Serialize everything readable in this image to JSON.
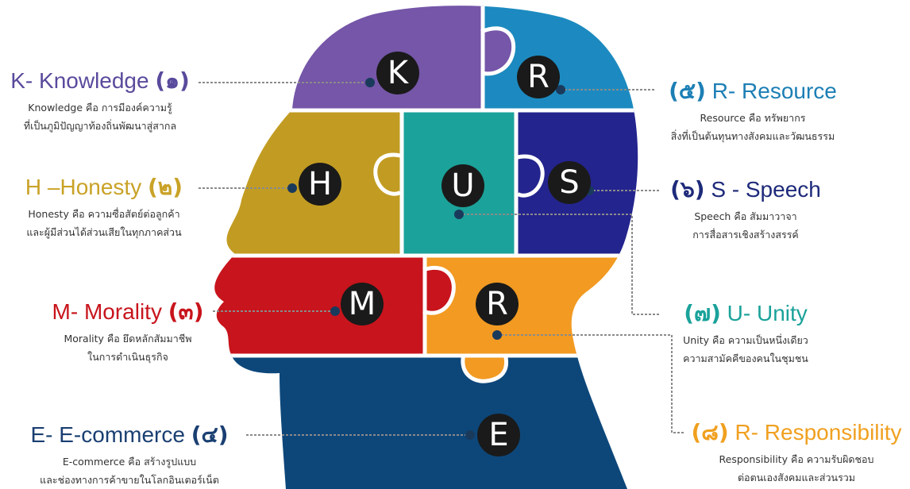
{
  "colors": {
    "purple": "#7556a8",
    "teal_blue": "#1c8ac0",
    "gold": "#c29c22",
    "teal": "#1ba29a",
    "indigo": "#24248e",
    "red": "#c8141c",
    "orange": "#f29a22",
    "navy": "#0d477a",
    "badge": "#1a1a1a",
    "connector": "#8a8a8a"
  },
  "badges": {
    "k": "K",
    "r_top": "R",
    "h": "H",
    "u": "U",
    "s": "S",
    "m": "M",
    "r_mid": "R",
    "e": "E"
  },
  "labels": {
    "knowledge": {
      "title": "K- Knowledge",
      "num": "(๑)",
      "color": "#5a4a9c",
      "desc1": "Knowledge คือ การมีองค์ความรู้",
      "desc2": "ที่เป็นภูมิปัญญาท้องถิ่นพัฒนาสู่สากล"
    },
    "honesty": {
      "title": "H –Honesty",
      "num": "(๒)",
      "color": "#c9a227",
      "desc1": "Honesty  คือ  ความซื่อสัตย์ต่อลูกค้า",
      "desc2": "และผู้มีส่วนได้ส่วนเสียในทุกภาคส่วน"
    },
    "morality": {
      "title": "M- Morality",
      "num": "(๓)",
      "color": "#c8141c",
      "desc1": "Morality คือ ยึดหลักสัมมาชีพ",
      "desc2": "ในการดำเนินธุรกิจ"
    },
    "ecommerce": {
      "title": "E- E-commerce",
      "num": "(๔)",
      "color": "#1a3f72",
      "desc1": "E-commerce คือ สร้างรูปแบบ",
      "desc2": "และช่องทางการค้าขายในโลกอินเตอร์เน็ต"
    },
    "resource": {
      "num": "(๕)",
      "title": "R- Resource",
      "color": "#1c7fb5",
      "desc1": "Resource   คือ ทรัพยากร",
      "desc2": "สิ่งที่เป็นต้นทุนทางสังคมและวัฒนธรรม"
    },
    "speech": {
      "num": "(๖)",
      "title": "S - Speech",
      "color": "#1e2a7a",
      "desc1": "Speech  คือ สัมมาวาจา",
      "desc2": "การสื่อสารเชิงสร้างสรรค์"
    },
    "unity": {
      "num": "(๗)",
      "title": "U- Unity",
      "color": "#1aa29a",
      "desc1": "Unity  คือ  ความเป็นหนึ่งเดียว",
      "desc2": "ความสามัคคีของคนในชุมชน"
    },
    "responsibility": {
      "num": "(๘)",
      "title": "R- Responsibility",
      "color": "#f0a020",
      "desc1": "Responsibility  คือ  ความรับผิดชอบ",
      "desc2": "ต่อตนเองสังคมและส่วนรวม"
    }
  }
}
